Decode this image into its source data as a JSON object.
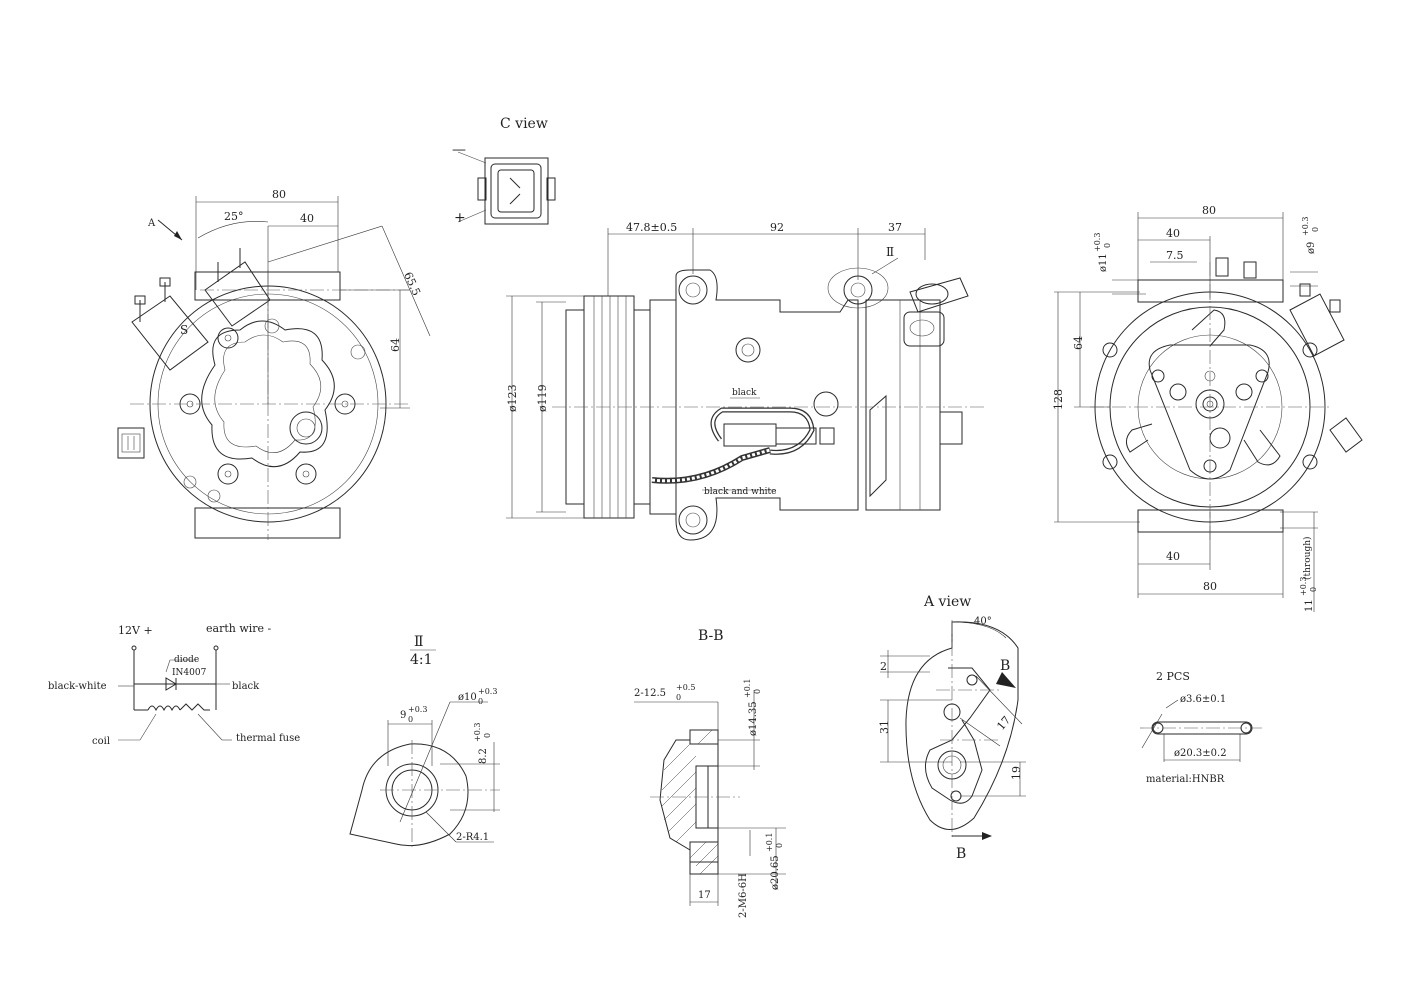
{
  "c_view": {
    "title": "C view",
    "minus": "—",
    "plus": "+"
  },
  "front_view": {
    "arrow_label": "A",
    "dims": {
      "width_80": "80",
      "angle_25": "25°",
      "width_40": "40",
      "diag_65_5": "65.5",
      "height_64": "64"
    },
    "label_s": "S"
  },
  "side_view": {
    "dims": {
      "d_47_8": "47.8±0.5",
      "d_92": "92",
      "d_37": "37",
      "d_123": "ø123",
      "d_119": "ø119"
    },
    "detail_marker": "Ⅱ",
    "wire_black": "black",
    "wire_black_white": "black and white"
  },
  "rear_view": {
    "dims": {
      "w_80_top": "80",
      "w_40_top": "40",
      "w_7_5": "7.5",
      "h_64": "64",
      "h_128": "128",
      "w_40_bottom": "40",
      "w_80_bottom": "80",
      "hole_11": "ø11",
      "hole_11_tol": "+0.3",
      "hole_11_tol0": "0",
      "hole_9": "ø9",
      "hole_9_tol": "+0.3",
      "hole_9_tol0": "0",
      "through_11": "11",
      "through_tol": "+0.3",
      "through_tol0": "0",
      "through_label": "(through)"
    }
  },
  "wiring": {
    "plus_label": "12V +",
    "earth_label": "earth wire -",
    "diode_label": "diode",
    "diode_part": "IN4007",
    "black_white": "black-white",
    "black": "black",
    "coil": "coil",
    "thermal_fuse": "thermal fuse"
  },
  "detail_ii": {
    "marker": "Ⅱ",
    "scale": "4:1",
    "dim_9": "9",
    "dim_9_tol": "+0.3",
    "dim_9_tol0": "0",
    "dim_10": "ø10",
    "dim_10_tol": "+0.3",
    "dim_10_tol0": "0",
    "dim_8_2": "8.2",
    "dim_8_2_tol": "+0.3",
    "dim_8_2_tol0": "0",
    "radius": "2-R4.1"
  },
  "section_bb": {
    "title": "B-B",
    "dim_12_5": "2-12.5",
    "dim_12_5_tol": "+0.5",
    "dim_12_5_tol0": "0",
    "dim_14_35": "ø14.35",
    "dim_14_35_tol": "+0.1",
    "dim_14_35_tol0": "0",
    "dim_20_65": "ø20.65",
    "dim_20_65_tol": "+0.1",
    "dim_20_65_tol0": "0",
    "thread": "2-M6-6H",
    "dim_17": "17"
  },
  "a_view": {
    "title": "A view",
    "angle": "40°",
    "dim_2": "2",
    "dim_31": "31",
    "dim_17": "17",
    "dim_19": "19",
    "section_top": "B",
    "section_bottom": "B"
  },
  "oring": {
    "qty": "2 PCS",
    "dim_small": "ø3.6±0.1",
    "dim_large": "ø20.3±0.2",
    "material": "material:HNBR"
  }
}
